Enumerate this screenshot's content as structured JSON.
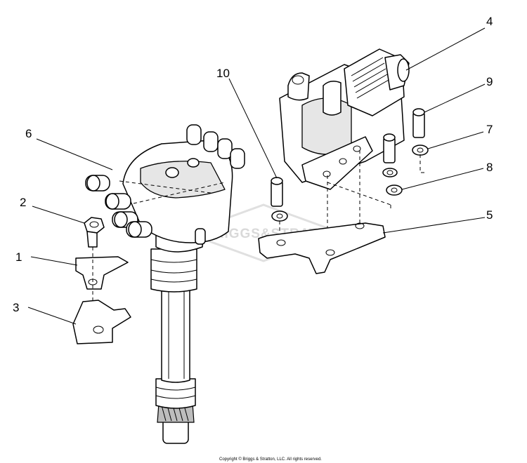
{
  "diagram": {
    "callouts": [
      {
        "id": "c1",
        "label": "1"
      },
      {
        "id": "c2",
        "label": "2"
      },
      {
        "id": "c3",
        "label": "3"
      },
      {
        "id": "c4",
        "label": "4"
      },
      {
        "id": "c5",
        "label": "5"
      },
      {
        "id": "c6",
        "label": "6"
      },
      {
        "id": "c7",
        "label": "7"
      },
      {
        "id": "c8",
        "label": "8"
      },
      {
        "id": "c9",
        "label": "9"
      },
      {
        "id": "c10",
        "label": "10"
      }
    ],
    "watermark": "BRIGGS&STRATTON",
    "copyright": "Copyright © Briggs & Stratton, LLC. All rights reserved."
  }
}
